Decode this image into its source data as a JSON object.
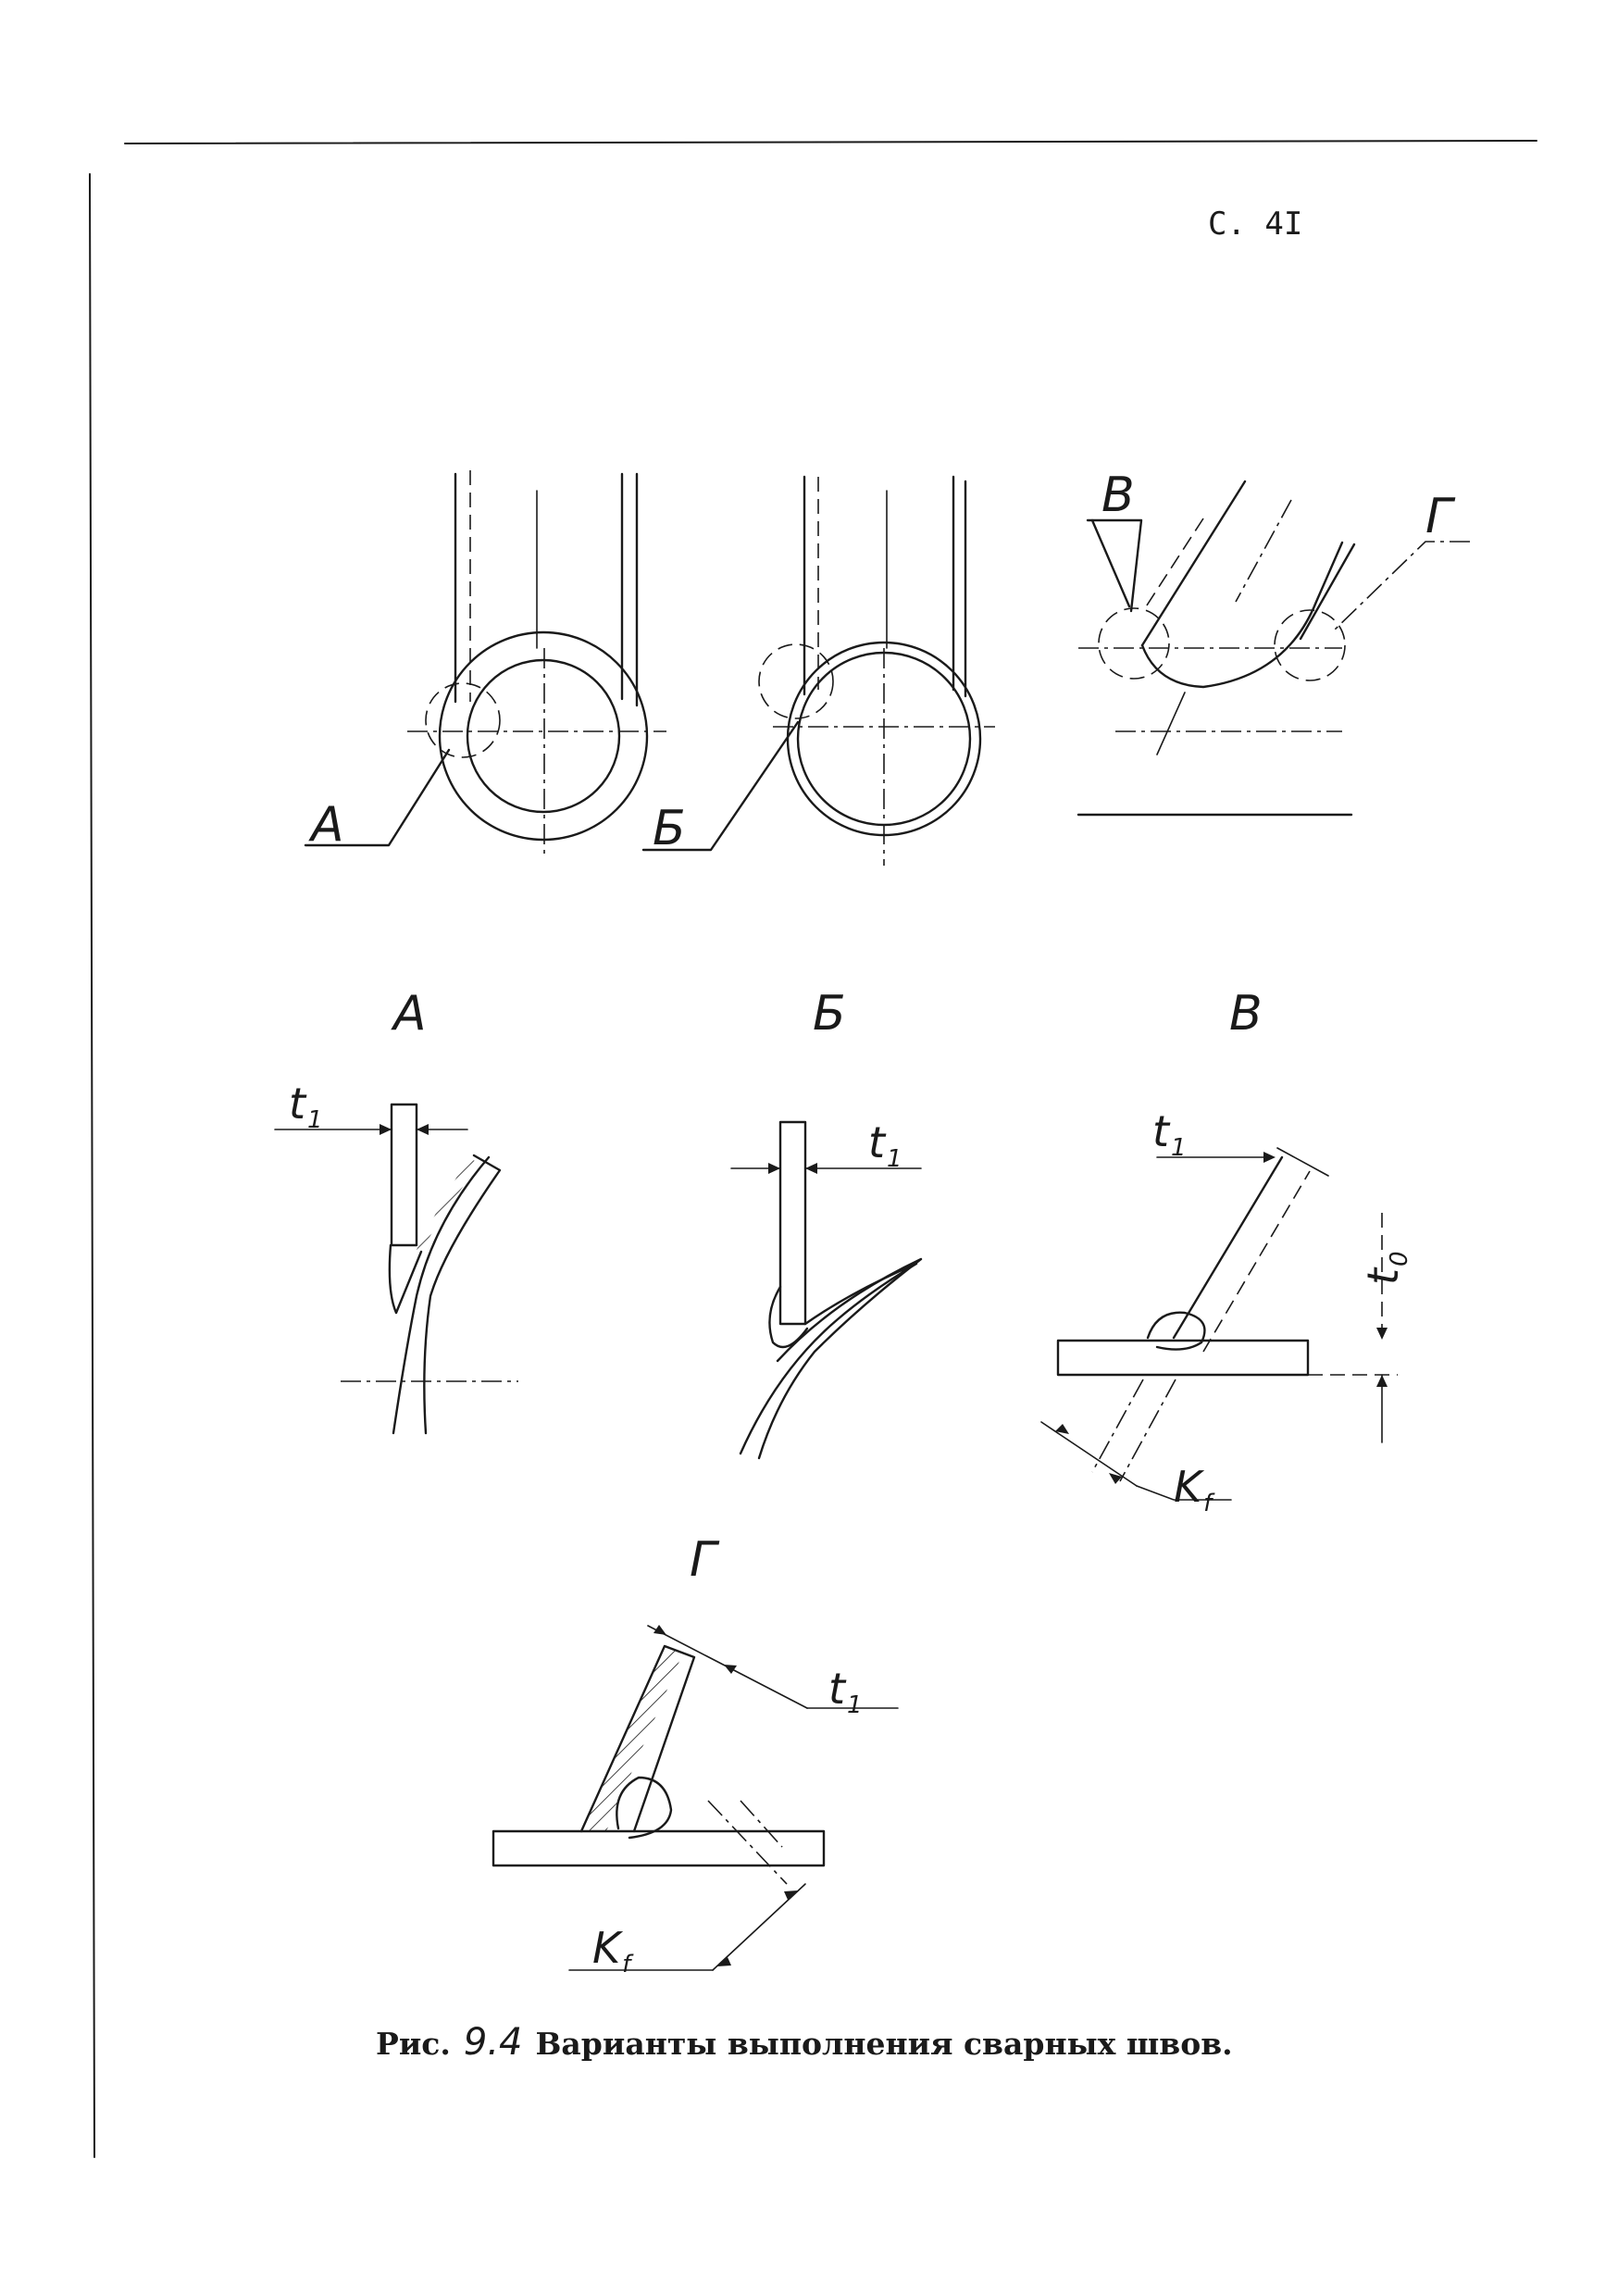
{
  "page": {
    "number": "С. 4I"
  },
  "overview": {
    "callout_a": "А",
    "callout_b": "Б",
    "callout_v": "В",
    "callout_g": "Г"
  },
  "details": {
    "a": {
      "title": "А",
      "dim_t1": "t",
      "dim_t1_sub": "1"
    },
    "b": {
      "title": "Б",
      "dim_t1": "t",
      "dim_t1_sub": "1"
    },
    "v": {
      "title": "В",
      "dim_t1": "t",
      "dim_t1_sub": "1",
      "dim_t0": "t",
      "dim_t0_sub": "0",
      "dim_kf": "K",
      "dim_kf_sub": "f"
    },
    "g": {
      "title": "Г",
      "dim_t1": "t",
      "dim_t1_sub": "1",
      "dim_kf": "K",
      "dim_kf_sub": "f"
    }
  },
  "caption": {
    "prefix": "Рис.",
    "figure_number": "9.4",
    "text": "Варианты выполнения сварных швов."
  }
}
